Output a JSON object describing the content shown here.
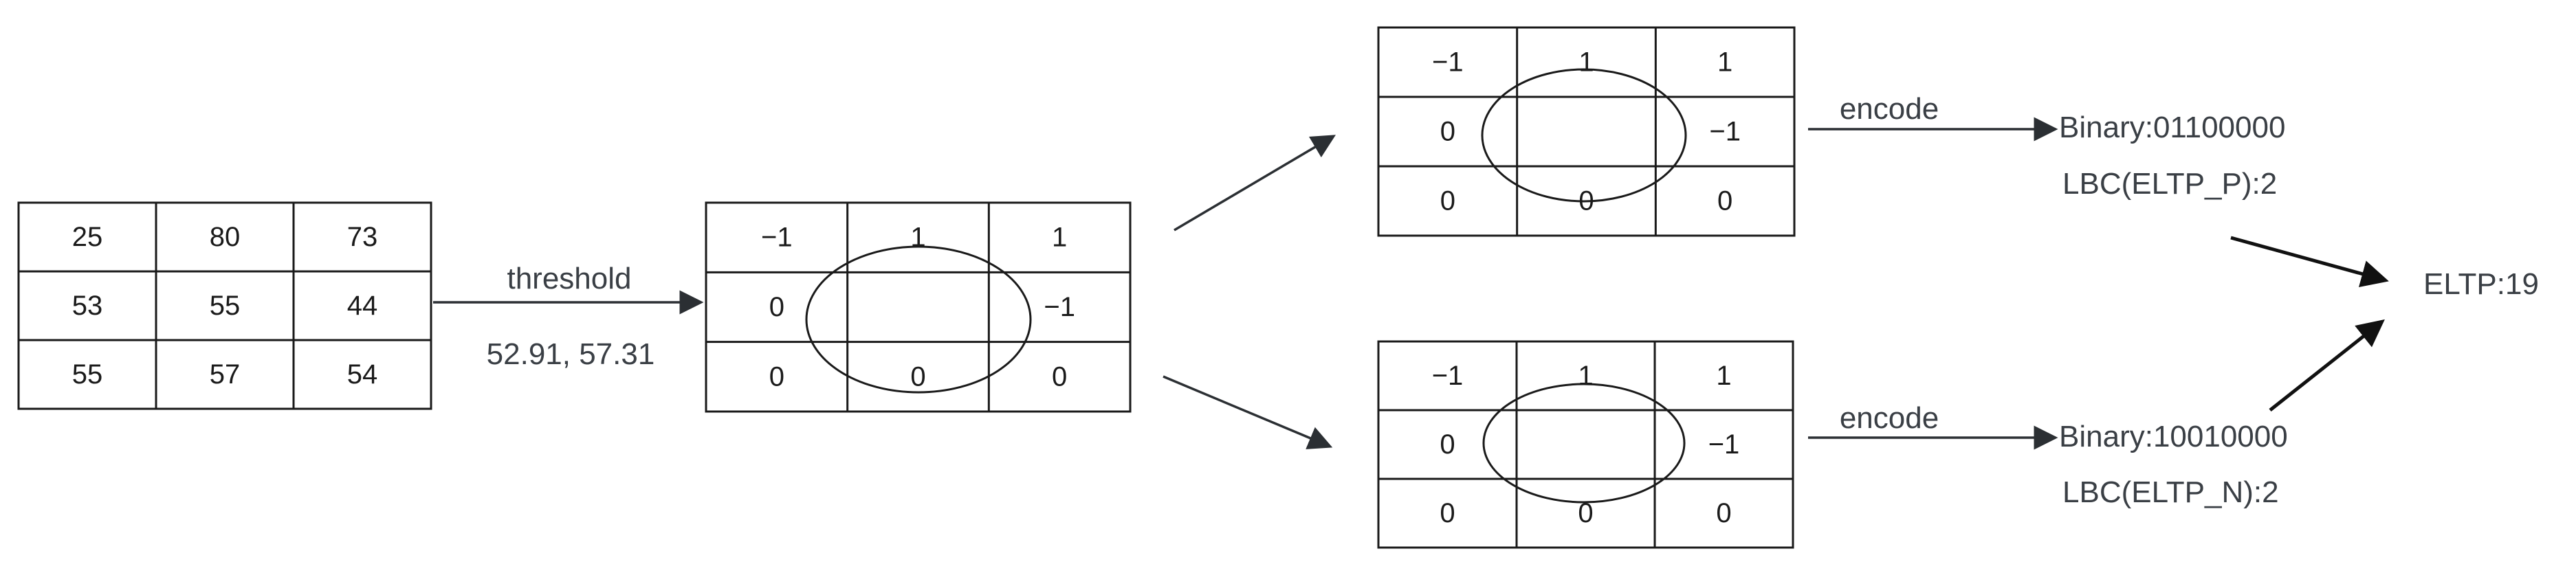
{
  "grids": {
    "input": {
      "cells": [
        [
          "25",
          "80",
          "73"
        ],
        [
          "53",
          "55",
          "44"
        ],
        [
          "55",
          "57",
          "54"
        ]
      ]
    },
    "ternary": {
      "cells": [
        [
          "−1",
          "1",
          "1"
        ],
        [
          "0",
          "",
          "−1"
        ],
        [
          "0",
          "0",
          "0"
        ]
      ]
    },
    "positive": {
      "cells": [
        [
          "−1",
          "1",
          "1"
        ],
        [
          "0",
          "",
          "−1"
        ],
        [
          "0",
          "0",
          "0"
        ]
      ]
    },
    "negative": {
      "cells": [
        [
          "−1",
          "1",
          "1"
        ],
        [
          "0",
          "",
          "−1"
        ],
        [
          "0",
          "0",
          "0"
        ]
      ]
    }
  },
  "labels": {
    "threshold": "threshold",
    "threshold_values": "52.91, 57.31",
    "encode_top": "encode",
    "encode_bottom": "encode",
    "binary_p": "Binary:01100000",
    "lbc_p": "LBC(ELTP_P):2",
    "binary_n": "Binary:10010000",
    "lbc_n": "LBC(ELTP_N):2",
    "result": "ELTP:19"
  },
  "colors": {
    "line": "#1a1a1a",
    "arrow": "#2b2f33",
    "label": "#3a3f45"
  }
}
